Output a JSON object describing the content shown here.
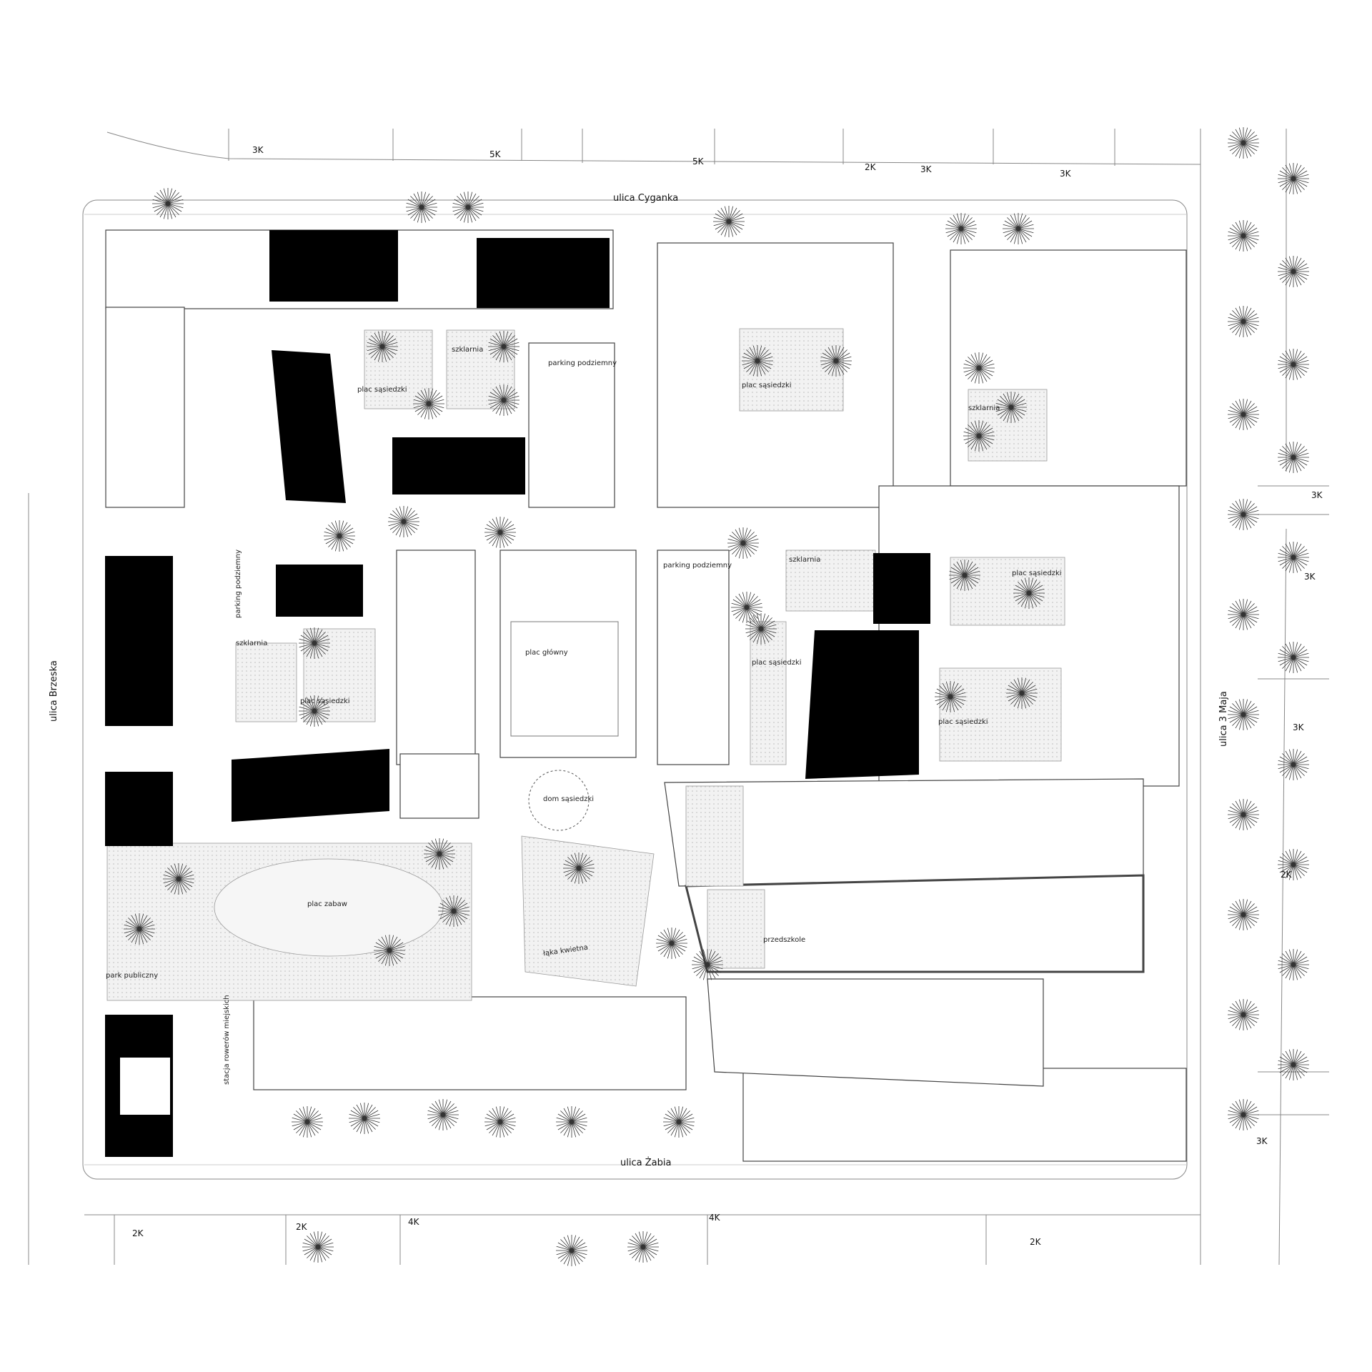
{
  "streets": {
    "north": "ulica Cyganka",
    "west": "ulica Brzeska",
    "south": "ulica Żabia",
    "east": "ulica 3 Maja"
  },
  "labels": {
    "plac_sasiedzki_1": "plac sąsiedzki",
    "szklarnia_1": "szklarnia",
    "parking_1": "parking podziemny",
    "plac_sasiedzki_2": "plac sąsiedzki",
    "szklarnia_2": "szklarnia",
    "szklarnia_3": "szklarnia",
    "plac_sasiedzki_3": "plac sąsiedzki",
    "parking_2": "parking podziemny",
    "plac_sasiedzki_4": "plac sąsiedzki",
    "plac_sasiedzki_5": "plac sąsiedzki",
    "plac_glowny": "plac główny",
    "dom_sasiedzki": "dom sąsiedzki",
    "szklarnia_4": "szklarnia",
    "plac_sasiedzki_6": "plac sąsiedzki",
    "parking_3": "parking podziemny",
    "plac_zabaw": "plac zabaw",
    "laka_kwietna": "łąka kwietna",
    "park_publiczny": "park publiczny",
    "stacja_rowerow": "stacja rowerów miejskich",
    "przedszkole": "przedszkole"
  },
  "storeys": {
    "north": [
      "3K",
      "5K",
      "5K",
      "2K",
      "3K",
      "3K"
    ],
    "east": [
      "3K",
      "3K",
      "3K",
      "2K",
      "3K"
    ],
    "south": [
      "2K",
      "2K",
      "4K",
      "4K",
      "2K"
    ]
  },
  "colors": {
    "ink": "#111111",
    "hatch": "#d8d8d8",
    "line": "#888888"
  }
}
